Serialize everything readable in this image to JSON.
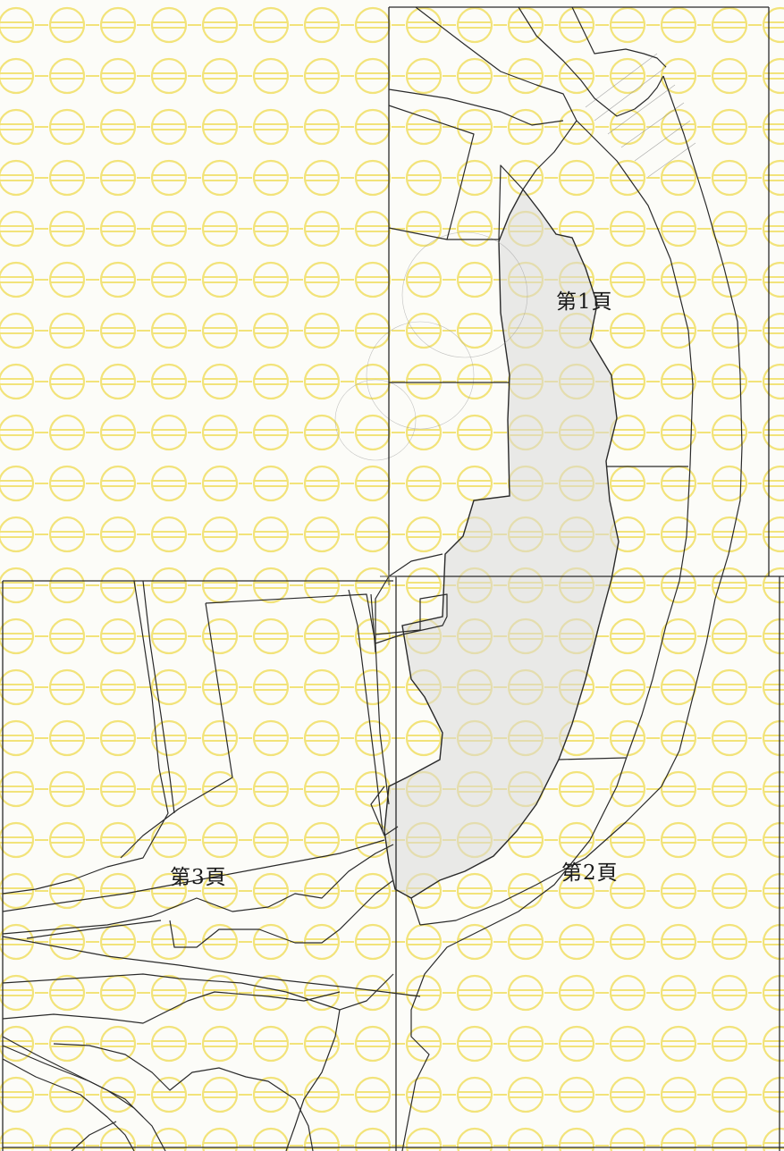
{
  "map": {
    "page_labels": {
      "p1": "第1頁",
      "p2": "第2頁",
      "p3": "第3頁"
    },
    "colors": {
      "line": "#2a2a2a",
      "highlight_fill": "#d9d9d9",
      "watermark": "#f2e37a",
      "background": "#fcfcf8"
    }
  }
}
